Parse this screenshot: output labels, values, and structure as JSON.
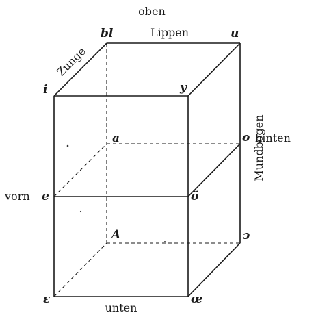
{
  "directions": {
    "top": "oben",
    "bottom": "unten",
    "front": "vorn",
    "back": "hinten"
  },
  "edge_labels": {
    "lips": "Lippen",
    "tongue": "Zunge",
    "mouth_arch": "Mundbogen"
  },
  "vertices": {
    "front_top_left": "i",
    "front_top_right": "y",
    "back_top_left": "bl",
    "back_top_right": "u",
    "front_mid_left": "e",
    "front_mid_right": "ö",
    "back_mid_left": "a",
    "back_mid_right": "o",
    "front_bottom_left": "ɛ",
    "front_bottom_right": "œ",
    "back_bottom_left": "A",
    "back_bottom_right": "ɔ"
  }
}
